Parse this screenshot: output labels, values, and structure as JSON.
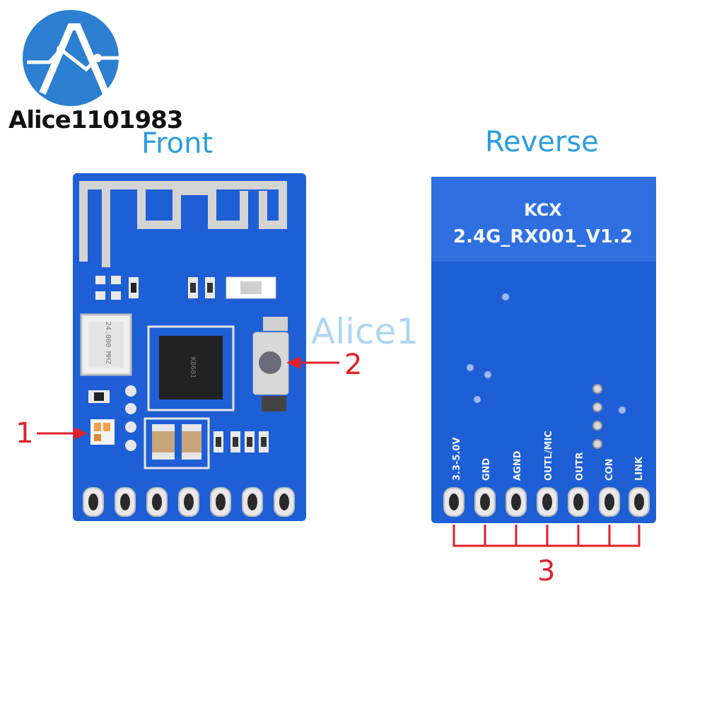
{
  "brand": {
    "name": "Alice1101983",
    "logo_icon": "circle-a-logo-icon",
    "watermark": "Alice1"
  },
  "front": {
    "title": "Front",
    "chip_label": "K8601",
    "crystal_label": "24.000 MHZ"
  },
  "reverse": {
    "title": "Reverse",
    "board_line1": "KCX",
    "board_line2": "2.4G_RX001_V1.2",
    "pins": [
      "3.3-5.0V",
      "GND",
      "AGND",
      "OUTL/MIC",
      "OUTR",
      "CON",
      "LINK"
    ]
  },
  "callouts": {
    "led": "1",
    "button": "2",
    "pins": "3"
  },
  "colors": {
    "pcb_blue": "#1f5fd6",
    "antenna_silver": "#d9d9d9",
    "title_blue": "#2a9de0",
    "callout_red": "#e0202a",
    "logo_blue": "#2c7fd1"
  }
}
